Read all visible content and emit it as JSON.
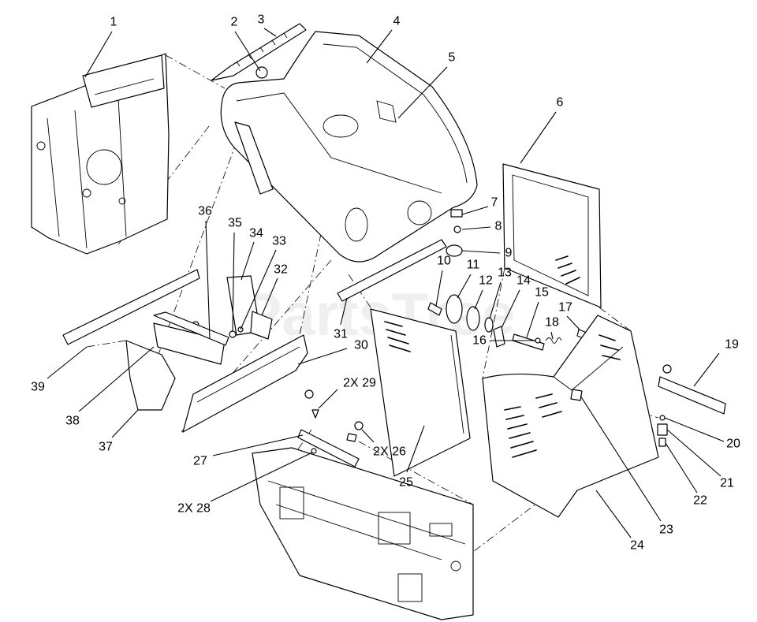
{
  "watermark": {
    "text": "PartsTree",
    "trademark": "™"
  },
  "callouts": [
    "1",
    "2",
    "3",
    "4",
    "5",
    "6",
    "7",
    "8",
    "9",
    "10",
    "11",
    "12",
    "13",
    "14",
    "15",
    "16",
    "17",
    "18",
    "19",
    "20",
    "21",
    "22",
    "23",
    "24",
    "25",
    "2X 26",
    "27",
    "2X 28",
    "2X 29",
    "30",
    "31",
    "32",
    "33",
    "34",
    "35",
    "36",
    "37",
    "38",
    "39"
  ]
}
